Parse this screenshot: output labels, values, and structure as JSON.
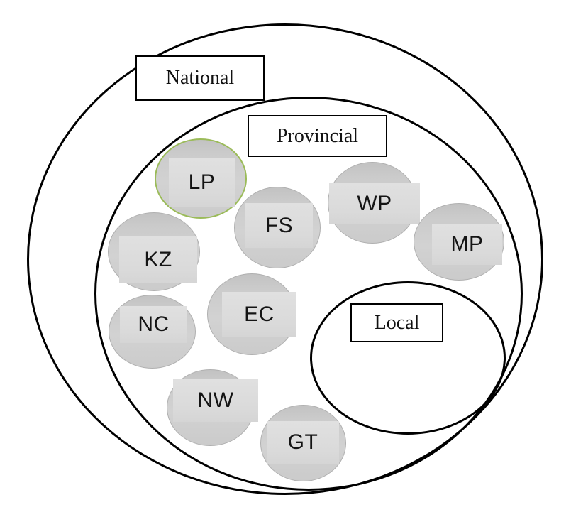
{
  "diagram": {
    "spheres": {
      "national": {
        "label": "National"
      },
      "provincial": {
        "label": "Provincial"
      },
      "local": {
        "label": "Local"
      }
    },
    "provinces": [
      {
        "id": "lp",
        "label": "LP"
      },
      {
        "id": "fs",
        "label": "FS"
      },
      {
        "id": "wp",
        "label": "WP"
      },
      {
        "id": "mp",
        "label": "MP"
      },
      {
        "id": "kz",
        "label": "KZ"
      },
      {
        "id": "ec",
        "label": "EC"
      },
      {
        "id": "nc",
        "label": "NC"
      },
      {
        "id": "nw",
        "label": "NW"
      },
      {
        "id": "gt",
        "label": "GT"
      }
    ],
    "colors": {
      "outline": "#000000",
      "lp_circle_border": "#9bbb59",
      "circle_fill": "#cdcdcd",
      "circle_tag_fill": "#dcdcdc"
    }
  }
}
